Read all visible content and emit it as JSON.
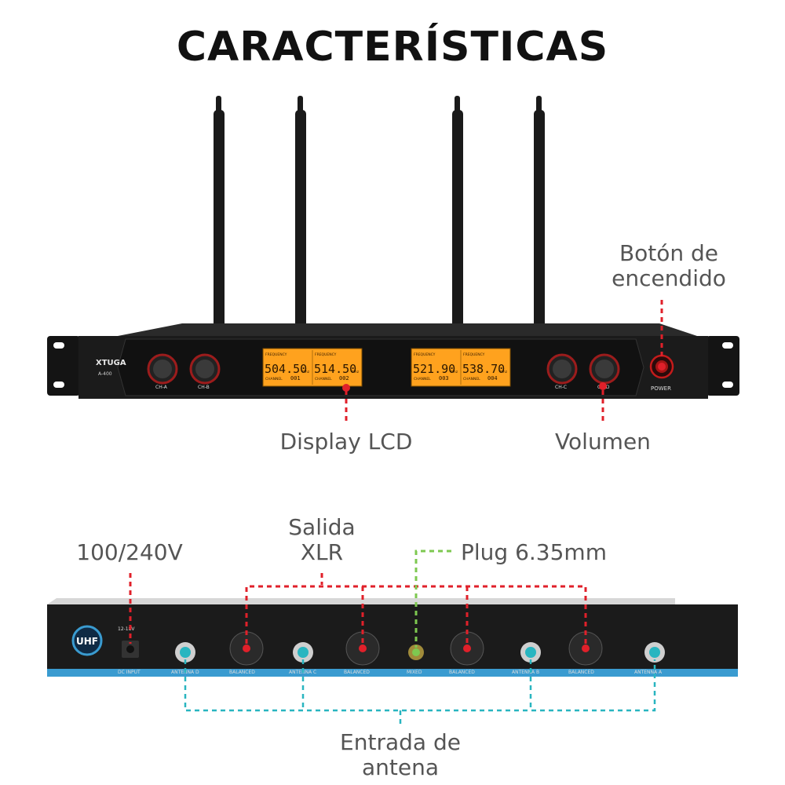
{
  "title": "CARACTERÍSTICAS",
  "callouts": {
    "power_button": [
      "Botón de",
      "encendido"
    ],
    "lcd_display": "Display LCD",
    "volume": "Volumen",
    "xlr_output": [
      "Salida",
      "XLR"
    ],
    "power_input": "100/240V",
    "plug": "Plug 6.35mm",
    "antenna_input": [
      "Entrada de",
      "antena"
    ]
  },
  "front_panel": {
    "brand": "XTUGA",
    "model": "A-400",
    "knobs": [
      "CH-A",
      "CH-B",
      "CH-C",
      "CH-D"
    ],
    "power_label": "POWER",
    "displays": [
      {
        "freq_label": "FREQUENCY",
        "freq": "504.50",
        "unit": "Mhz",
        "channel_label": "CHANNEL",
        "channel": "001"
      },
      {
        "freq_label": "FREQUENCY",
        "freq": "514.50",
        "unit": "Mhz",
        "channel_label": "CHANNEL",
        "channel": "002"
      },
      {
        "freq_label": "FREQUENCY",
        "freq": "521.90",
        "unit": "Mhz",
        "channel_label": "CHANNEL",
        "channel": "003"
      },
      {
        "freq_label": "FREQUENCY",
        "freq": "538.70",
        "unit": "Mhz",
        "channel_label": "CHANNEL",
        "channel": "004"
      }
    ]
  },
  "back_panel": {
    "logo": "UHF",
    "dc_voltage": "12-18V",
    "labels": [
      "DC INPUT",
      "ANTENNA D",
      "BALANCED",
      "ANTENNA C",
      "BALANCED",
      "MIXED",
      "BALANCED",
      "ANTENNA B",
      "BALANCED",
      "ANTENNA A"
    ]
  },
  "colors": {
    "red_callout": "#e0202a",
    "green_callout": "#7ec850",
    "teal_callout": "#29b5c0",
    "lcd": "#ffa21e",
    "panel": "#1b1b1b"
  }
}
